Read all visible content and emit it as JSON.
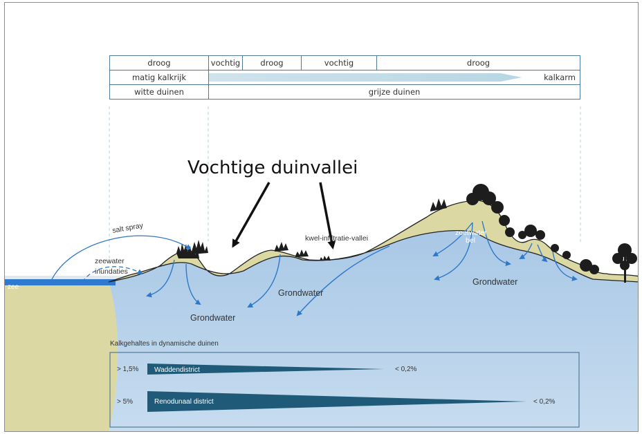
{
  "table": {
    "row1": [
      "droog",
      "vochtig",
      "droog",
      "vochtig",
      "droog"
    ],
    "row2": {
      "left": "matig kalkrijk",
      "right": "kalkarm"
    },
    "row3": [
      "witte duinen",
      "grijze duinen"
    ]
  },
  "callout": "Vochtige duinvallei",
  "labels": {
    "salt_spray": "salt spray",
    "zeewater": "zeewater",
    "inundaties": "inundaties",
    "zee": "zee",
    "kwel": "kwel-infiltratie-vallei",
    "zoetwater": "zoetwater",
    "bel": "bel",
    "grondwater_1": "Grondwater",
    "grondwater_2": "Grondwater",
    "grondwater_3": "Grondwater"
  },
  "legend": {
    "title": "Kalkgehaltes in dynamische duinen",
    "rows": [
      {
        "left": "> 1,5%",
        "name": "Waddendistrict",
        "right": "< 0,2%"
      },
      {
        "left": "> 5%",
        "name": "Renodunaal district",
        "right": "< 0,2%"
      }
    ]
  },
  "colors": {
    "water": "#a9c8e6",
    "sand": "#dcd8a4",
    "wedge": "#1f5b79",
    "arrow": "#2e78c8",
    "table_border": "#4f7b98"
  }
}
